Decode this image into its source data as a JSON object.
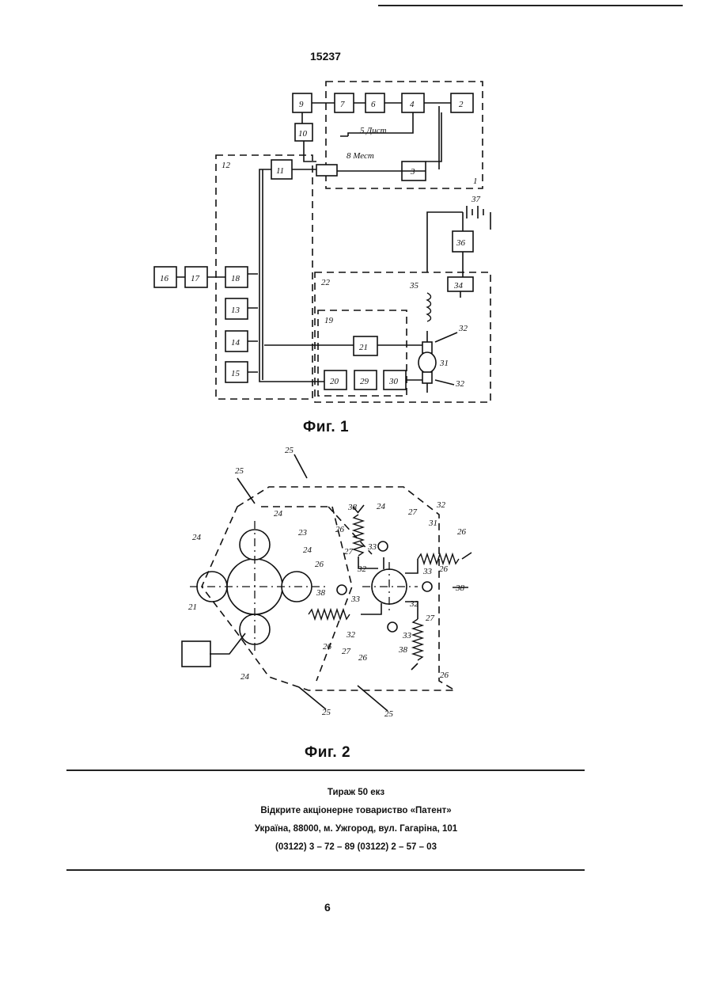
{
  "header": {
    "patent_number": "15237"
  },
  "figure1": {
    "caption": "Фиг. 1",
    "blocks": [
      "1",
      "2",
      "3",
      "4",
      "6",
      "7",
      "9",
      "10",
      "11",
      "12",
      "13",
      "14",
      "15",
      "16",
      "17",
      "18",
      "19",
      "20",
      "21",
      "22",
      "29",
      "30",
      "31",
      "32",
      "34",
      "35",
      "36",
      "37"
    ],
    "labels": {
      "dist": "5 Дист",
      "mest": "8 Мест"
    }
  },
  "figure2": {
    "caption": "Фиг. 2",
    "labels": [
      "21",
      "23",
      "24",
      "25",
      "26",
      "27",
      "28",
      "31",
      "32",
      "33",
      "38"
    ]
  },
  "imprint": {
    "line1": "Тираж 50 екз",
    "line2": "Відкрите акціонерне товариство «Патент»",
    "line3": "Україна, 88000, м. Ужгород, вул. Гагаріна, 101",
    "line4": "(03122) 3 – 72 – 89   (03122) 2 – 57 – 03"
  },
  "page_number": "6"
}
